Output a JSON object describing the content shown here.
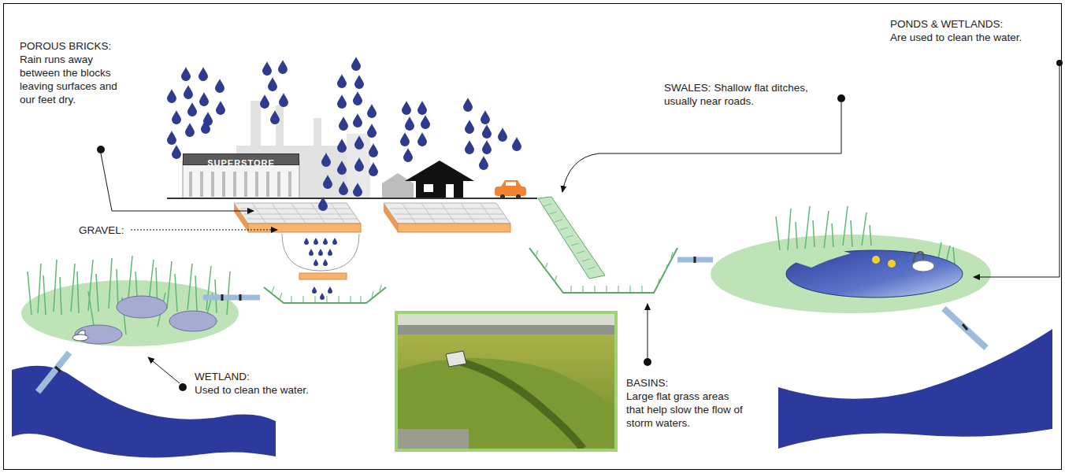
{
  "diagram": {
    "nodes": [
      {
        "text": [
          "SUPERSTORE"
        ]
      }
    ],
    "labels": [
      "POROUS BRICKS:",
      "Rain runs away between the blocks leaving surfaces and our feet dry.",
      "GRAVEL:",
      "SWALES:",
      "Shallow flat ditches, usually near roads.",
      "PONDS & WETLANDS:",
      "Are used to clean the water.",
      "WETLAND:",
      "Used to clean the water.",
      "BASINS:",
      "Large flat grass areas that help slow the flow of storm waters."
    ]
  }
}
